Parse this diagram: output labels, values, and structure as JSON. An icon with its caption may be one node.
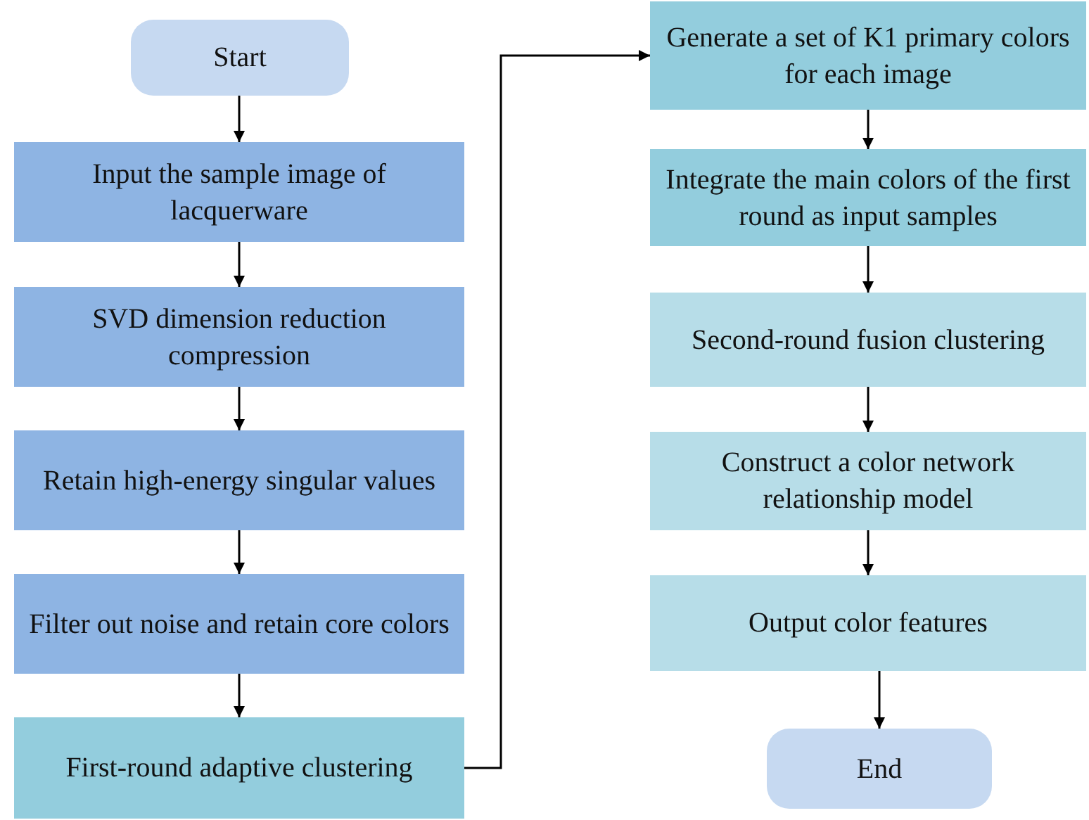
{
  "diagram": {
    "nodes": [
      {
        "text": [
          "Start"
        ]
      },
      {
        "text": [
          "Input the sample image of lacquerware"
        ]
      },
      {
        "text": [
          "SVD dimension reduction compression"
        ]
      },
      {
        "text": [
          "Retain high-energy singular values"
        ]
      },
      {
        "text": [
          "Filter out noise and retain core colors"
        ]
      },
      {
        "text": [
          "First-round adaptive clustering"
        ]
      },
      {
        "text": [
          "Generate a set of K1 primary colors for each image"
        ]
      },
      {
        "text": [
          "Integrate the main colors of the first round as input samples"
        ]
      },
      {
        "text": [
          "Second-round fusion clustering"
        ]
      },
      {
        "text": [
          "Construct a color network relationship model"
        ]
      },
      {
        "text": [
          "Output color features"
        ]
      },
      {
        "text": [
          "End"
        ]
      }
    ],
    "edges": [
      {
        "from": 0,
        "to": 1,
        "arrow": "to"
      },
      {
        "from": 1,
        "to": 2,
        "arrow": "to"
      },
      {
        "from": 2,
        "to": 3,
        "arrow": "to"
      },
      {
        "from": 3,
        "to": 4,
        "arrow": "to"
      },
      {
        "from": 4,
        "to": 5,
        "arrow": "to"
      },
      {
        "from": 5,
        "to": 6,
        "arrow": "to"
      },
      {
        "from": 6,
        "to": 7,
        "arrow": "to"
      },
      {
        "from": 7,
        "to": 8,
        "arrow": "to"
      },
      {
        "from": 8,
        "to": 9,
        "arrow": "to"
      },
      {
        "from": 9,
        "to": 10,
        "arrow": "to"
      },
      {
        "from": 10,
        "to": 11,
        "arrow": "to"
      }
    ]
  }
}
